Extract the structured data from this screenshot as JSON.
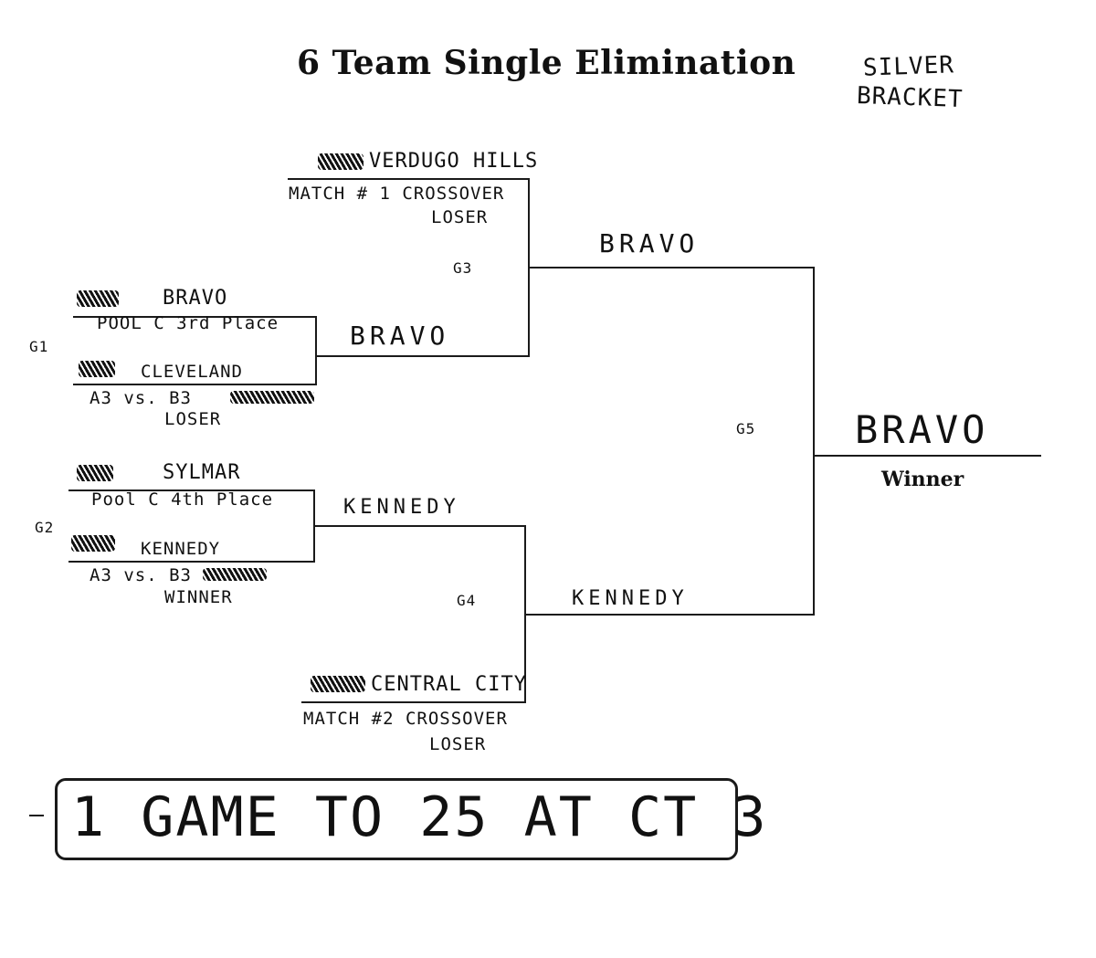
{
  "title": "6 Team Single Elimination",
  "subtitle": {
    "line1": "SILVER",
    "line2": "BRACKET"
  },
  "games": {
    "g1": "G1",
    "g2": "G2",
    "g3": "G3",
    "g4": "G4",
    "g5": "G5"
  },
  "g1": {
    "top_team": "BRAVO",
    "top_note": "POOL C 3rd Place",
    "bottom_team": "CLEVELAND",
    "bottom_note1": "A3 vs. B3",
    "bottom_note2": "LOSER",
    "result": "BRAVO"
  },
  "g2": {
    "top_team": "SYLMAR",
    "top_note": "Pool C 4th Place",
    "bottom_team": "KENNEDY",
    "bottom_note1": "A3 vs. B3",
    "bottom_note2": "WINNER",
    "result": "KENNEDY"
  },
  "g3": {
    "top_team": "VERDUGO HILLS",
    "top_note1": "MATCH # 1 CROSSOVER",
    "top_note2": "LOSER",
    "result": "BRAVO"
  },
  "g4": {
    "bottom_team": "CENTRAL CITY",
    "bottom_note1": "MATCH #2 CROSSOVER",
    "bottom_note2": "LOSER",
    "result": "KENNEDY"
  },
  "g5": {
    "result": "BRAVO",
    "label": "Winner"
  },
  "note": "1 GAME TO 25 AT CT 3"
}
